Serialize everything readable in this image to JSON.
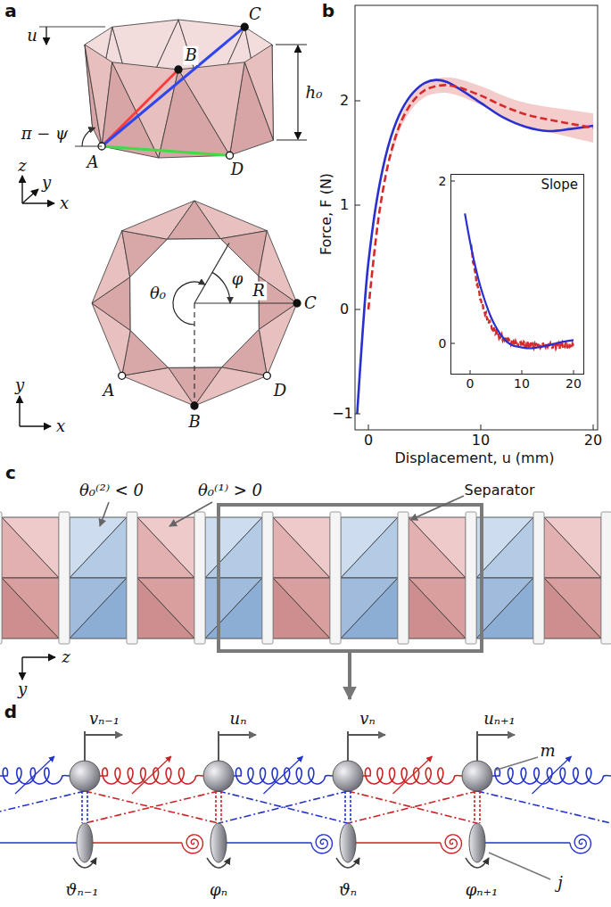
{
  "diagram": {
    "nodes": [
      {
        "text": [
          "Slope"
        ]
      }
    ],
    "labels": [
      "a",
      "u",
      "B",
      "C",
      "h₀",
      "π − ψ",
      "z",
      "y",
      "x",
      "A",
      "D",
      "y",
      "x",
      "φ",
      "θ₀",
      "R",
      "C",
      "A",
      "B",
      "D",
      "b",
      "2",
      "1",
      "0",
      "−1",
      "0",
      "10",
      "20",
      "Force, F (N)",
      "Displacement, u (mm)",
      "2",
      "0",
      "0",
      "10",
      "20",
      "c",
      "θ₀⁽²⁾ < 0",
      "θ₀⁽¹⁾ > 0",
      "Separator",
      "z",
      "y",
      "d",
      "vₙ₋₁",
      "uₙ",
      "vₙ",
      "uₙ₊₁",
      "m",
      "ϑₙ₋₁",
      "φₙ",
      "ϑₙ",
      "φₙ₊₁",
      "j"
    ]
  }
}
